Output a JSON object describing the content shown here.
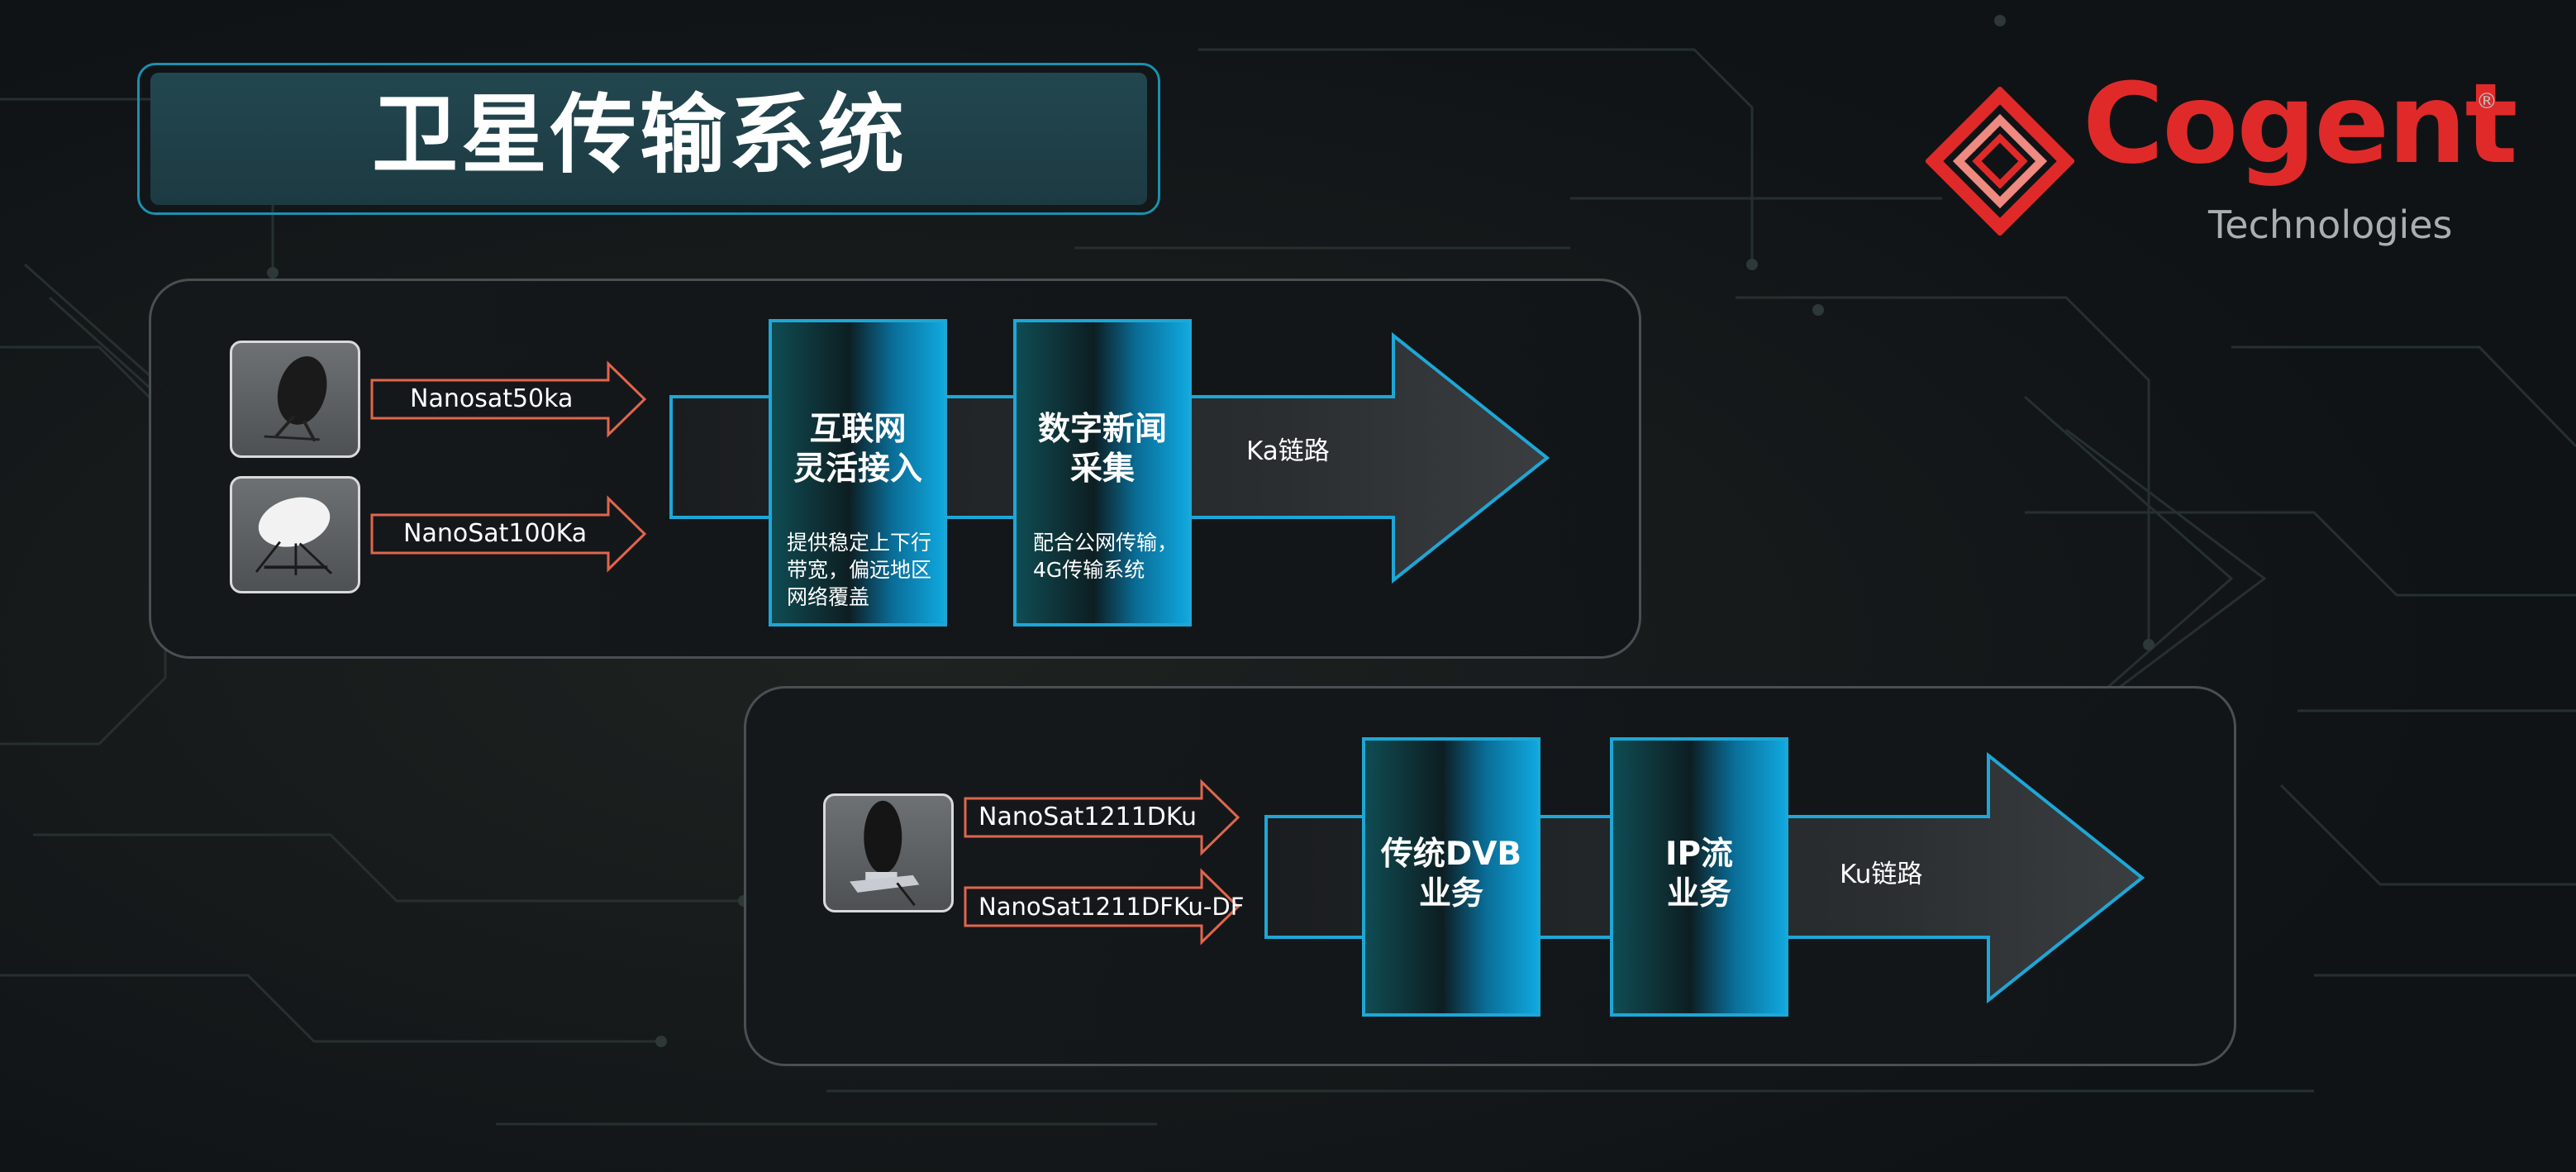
{
  "title": "卫星传输系统",
  "logo": {
    "word": "Cogent",
    "sub": "Technologies",
    "reg": "®",
    "accent_color": "#e02a2a"
  },
  "colors": {
    "frame_blue": "#1ea7d6",
    "arrow_orange": "#e0664c"
  },
  "ka_section": {
    "terminals": [
      {
        "model": "Nanosat50ka",
        "icon": "dark-dish-terminal-icon"
      },
      {
        "model": "NanoSat100Ka",
        "icon": "white-dish-terminal-icon"
      }
    ],
    "services": [
      {
        "name_line1": "互联网",
        "name_line2": "灵活接入",
        "desc": [
          "提供稳定上下行",
          "带宽，偏远地区",
          "网络覆盖"
        ]
      },
      {
        "name_line1": "数字新闻",
        "name_line2": "采集",
        "desc": [
          "配合公网传输，",
          "4G传输系统"
        ]
      }
    ],
    "link": "Ka链路"
  },
  "ku_section": {
    "terminals": [
      {
        "model": "NanoSat1211DKu"
      },
      {
        "model": "NanoSat1211DFKu-DF"
      }
    ],
    "terminal_icon": "flyaway-dish-terminal-icon",
    "services": [
      {
        "name_line1": "传统DVB",
        "name_line2": "业务"
      },
      {
        "name_line1": "IP流",
        "name_line2": "业务"
      }
    ],
    "link": "Ku链路"
  }
}
